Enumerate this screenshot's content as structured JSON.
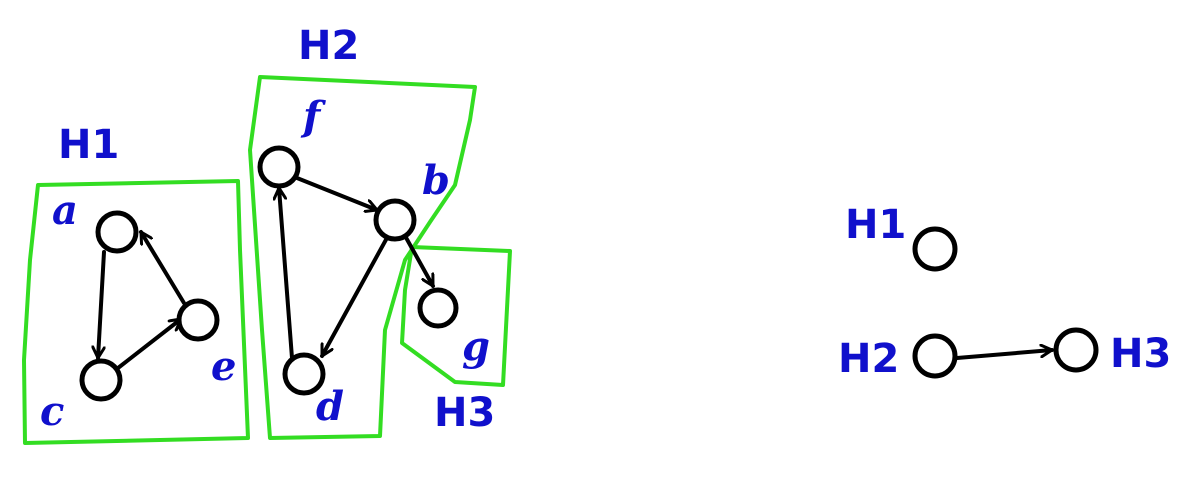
{
  "colors": {
    "label": "#1010cc",
    "region": "#33dd22",
    "ink": "#000000"
  },
  "regions": [
    {
      "id": "H1",
      "label": "H1"
    },
    {
      "id": "H2",
      "label": "H2"
    },
    {
      "id": "H3",
      "label": "H3"
    }
  ],
  "vertices": [
    {
      "id": "a",
      "label": "a"
    },
    {
      "id": "b",
      "label": "b"
    },
    {
      "id": "c",
      "label": "c"
    },
    {
      "id": "d",
      "label": "d"
    },
    {
      "id": "e",
      "label": "e"
    },
    {
      "id": "f",
      "label": "f"
    },
    {
      "id": "g",
      "label": "g"
    }
  ],
  "edges": [
    {
      "from": "a",
      "to": "c"
    },
    {
      "from": "c",
      "to": "e"
    },
    {
      "from": "e",
      "to": "a"
    },
    {
      "from": "f",
      "to": "b"
    },
    {
      "from": "b",
      "to": "d"
    },
    {
      "from": "d",
      "to": "f"
    },
    {
      "from": "b",
      "to": "g"
    }
  ],
  "condensation": {
    "nodes": [
      {
        "id": "H1",
        "label": "H1"
      },
      {
        "id": "H2",
        "label": "H2"
      },
      {
        "id": "H3",
        "label": "H3"
      }
    ],
    "edges": [
      {
        "from": "H2",
        "to": "H3"
      }
    ]
  }
}
